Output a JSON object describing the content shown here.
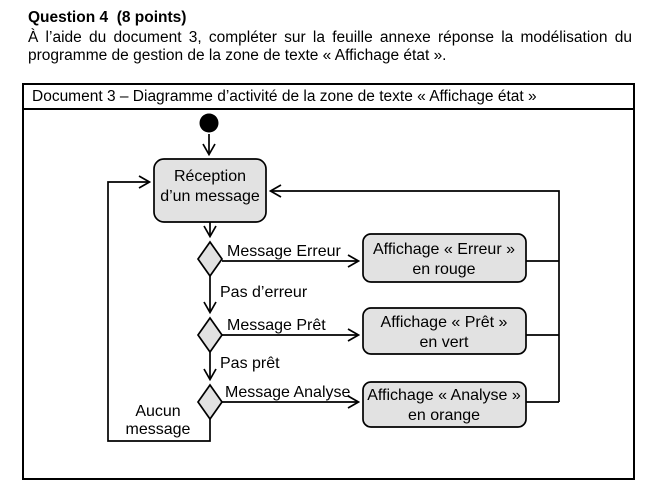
{
  "header": {
    "question_title": "Question 4  (8 points)",
    "body_line1": "À l’aide du document 3, compléter sur la feuille annexe réponse la modélisation du",
    "body_line2": "programme de gestion de la zone de texte « Affichage état »."
  },
  "document": {
    "title": "Document 3 – Diagramme d’activité de la zone de texte « Affichage état »"
  },
  "diagram": {
    "type": "uml-activity-diagram",
    "initial_node": "initial-state-filled-circle",
    "activities": [
      {
        "id": "reception-message",
        "line1": "Réception",
        "line2": "d’un message"
      },
      {
        "id": "affichage-erreur",
        "line1": "Affichage « Erreur »",
        "line2": "en rouge"
      },
      {
        "id": "affichage-pret",
        "line1": "Affichage « Prêt »",
        "line2": "en vert"
      },
      {
        "id": "affichage-analyse",
        "line1": "Affichage « Analyse »",
        "line2": "en orange"
      }
    ],
    "guards": {
      "message_erreur": "Message Erreur",
      "pas_derreur": "Pas d’erreur",
      "message_pret": "Message Prêt",
      "pas_pret": "Pas prêt",
      "message_analyse": "Message Analyse",
      "aucun_message_line1": "Aucun",
      "aucun_message_line2": "message"
    },
    "colors": {
      "node_fill": "#e2e2e2",
      "node_border": "#000000",
      "edge": "#000000"
    }
  }
}
